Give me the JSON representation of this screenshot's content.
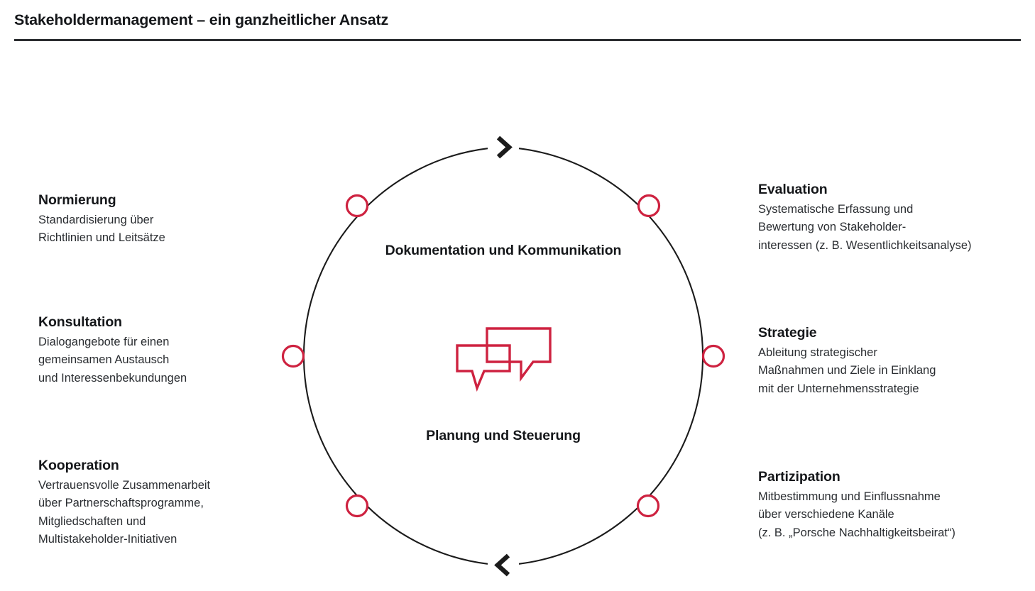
{
  "header": {
    "title": "Stakeholdermanagement – ein ganzheitlicher Ansatz"
  },
  "colors": {
    "accent_red": "#CE2240",
    "line_dark": "#1b1b1b",
    "text_dark": "#15171a",
    "background": "#ffffff"
  },
  "center": {
    "top_label": "Dokumentation\nund Kommunikation",
    "bottom_label": "Planung\nund Steuerung",
    "icon": "speech-bubbles-icon"
  },
  "cycle": {
    "arrow_top": "chevron-right-icon",
    "arrow_bottom": "chevron-left-icon",
    "node_count": 6
  },
  "stages": [
    {
      "id": "normierung",
      "title": "Normierung",
      "body": "Standardisierung über\nRichtlinien und Leitsätze",
      "side": "left"
    },
    {
      "id": "konsultation",
      "title": "Konsultation",
      "body": "Dialogangebote für einen\ngemeinsamen Austausch\nund Interessenbekundungen",
      "side": "left"
    },
    {
      "id": "kooperation",
      "title": "Kooperation",
      "body": "Vertrauensvolle Zusammenarbeit\nüber Partnerschaftsprogramme,\nMitgliedschaften und\nMultistakeholder-Initiativen",
      "side": "left"
    },
    {
      "id": "evaluation",
      "title": "Evaluation",
      "body": "Systematische Erfassung und\nBewertung von Stakeholder-\ninteressen (z. B. Wesentlichkeitsanalyse)",
      "side": "right"
    },
    {
      "id": "strategie",
      "title": "Strategie",
      "body": "Ableitung strategischer\nMaßnahmen und Ziele in Einklang\nmit der Unternehmensstrategie",
      "side": "right"
    },
    {
      "id": "partizipation",
      "title": "Partizipation",
      "body": "Mitbestimmung und Einflussnahme\nüber verschiedene Kanäle\n(z. B. „Porsche Nachhaltigkeitsbeirat“)",
      "side": "right"
    }
  ]
}
